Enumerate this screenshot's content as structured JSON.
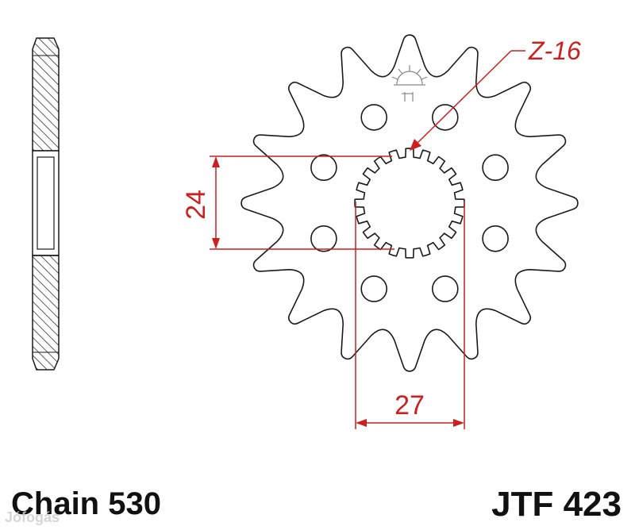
{
  "diagram": {
    "tooth_count_label": "Z-16",
    "dimension_vertical": "24",
    "dimension_horizontal": "27",
    "chain_label": "Chain 530",
    "part_number": "JTF 423",
    "watermark": "Jófogás",
    "colors": {
      "outline": "#1a1a1a",
      "dimension": "#cc1f1f",
      "hatch": "#333333",
      "logo": "#888888"
    },
    "logo_icon": "sun-logo-icon",
    "bolt_hole_count": 8
  }
}
